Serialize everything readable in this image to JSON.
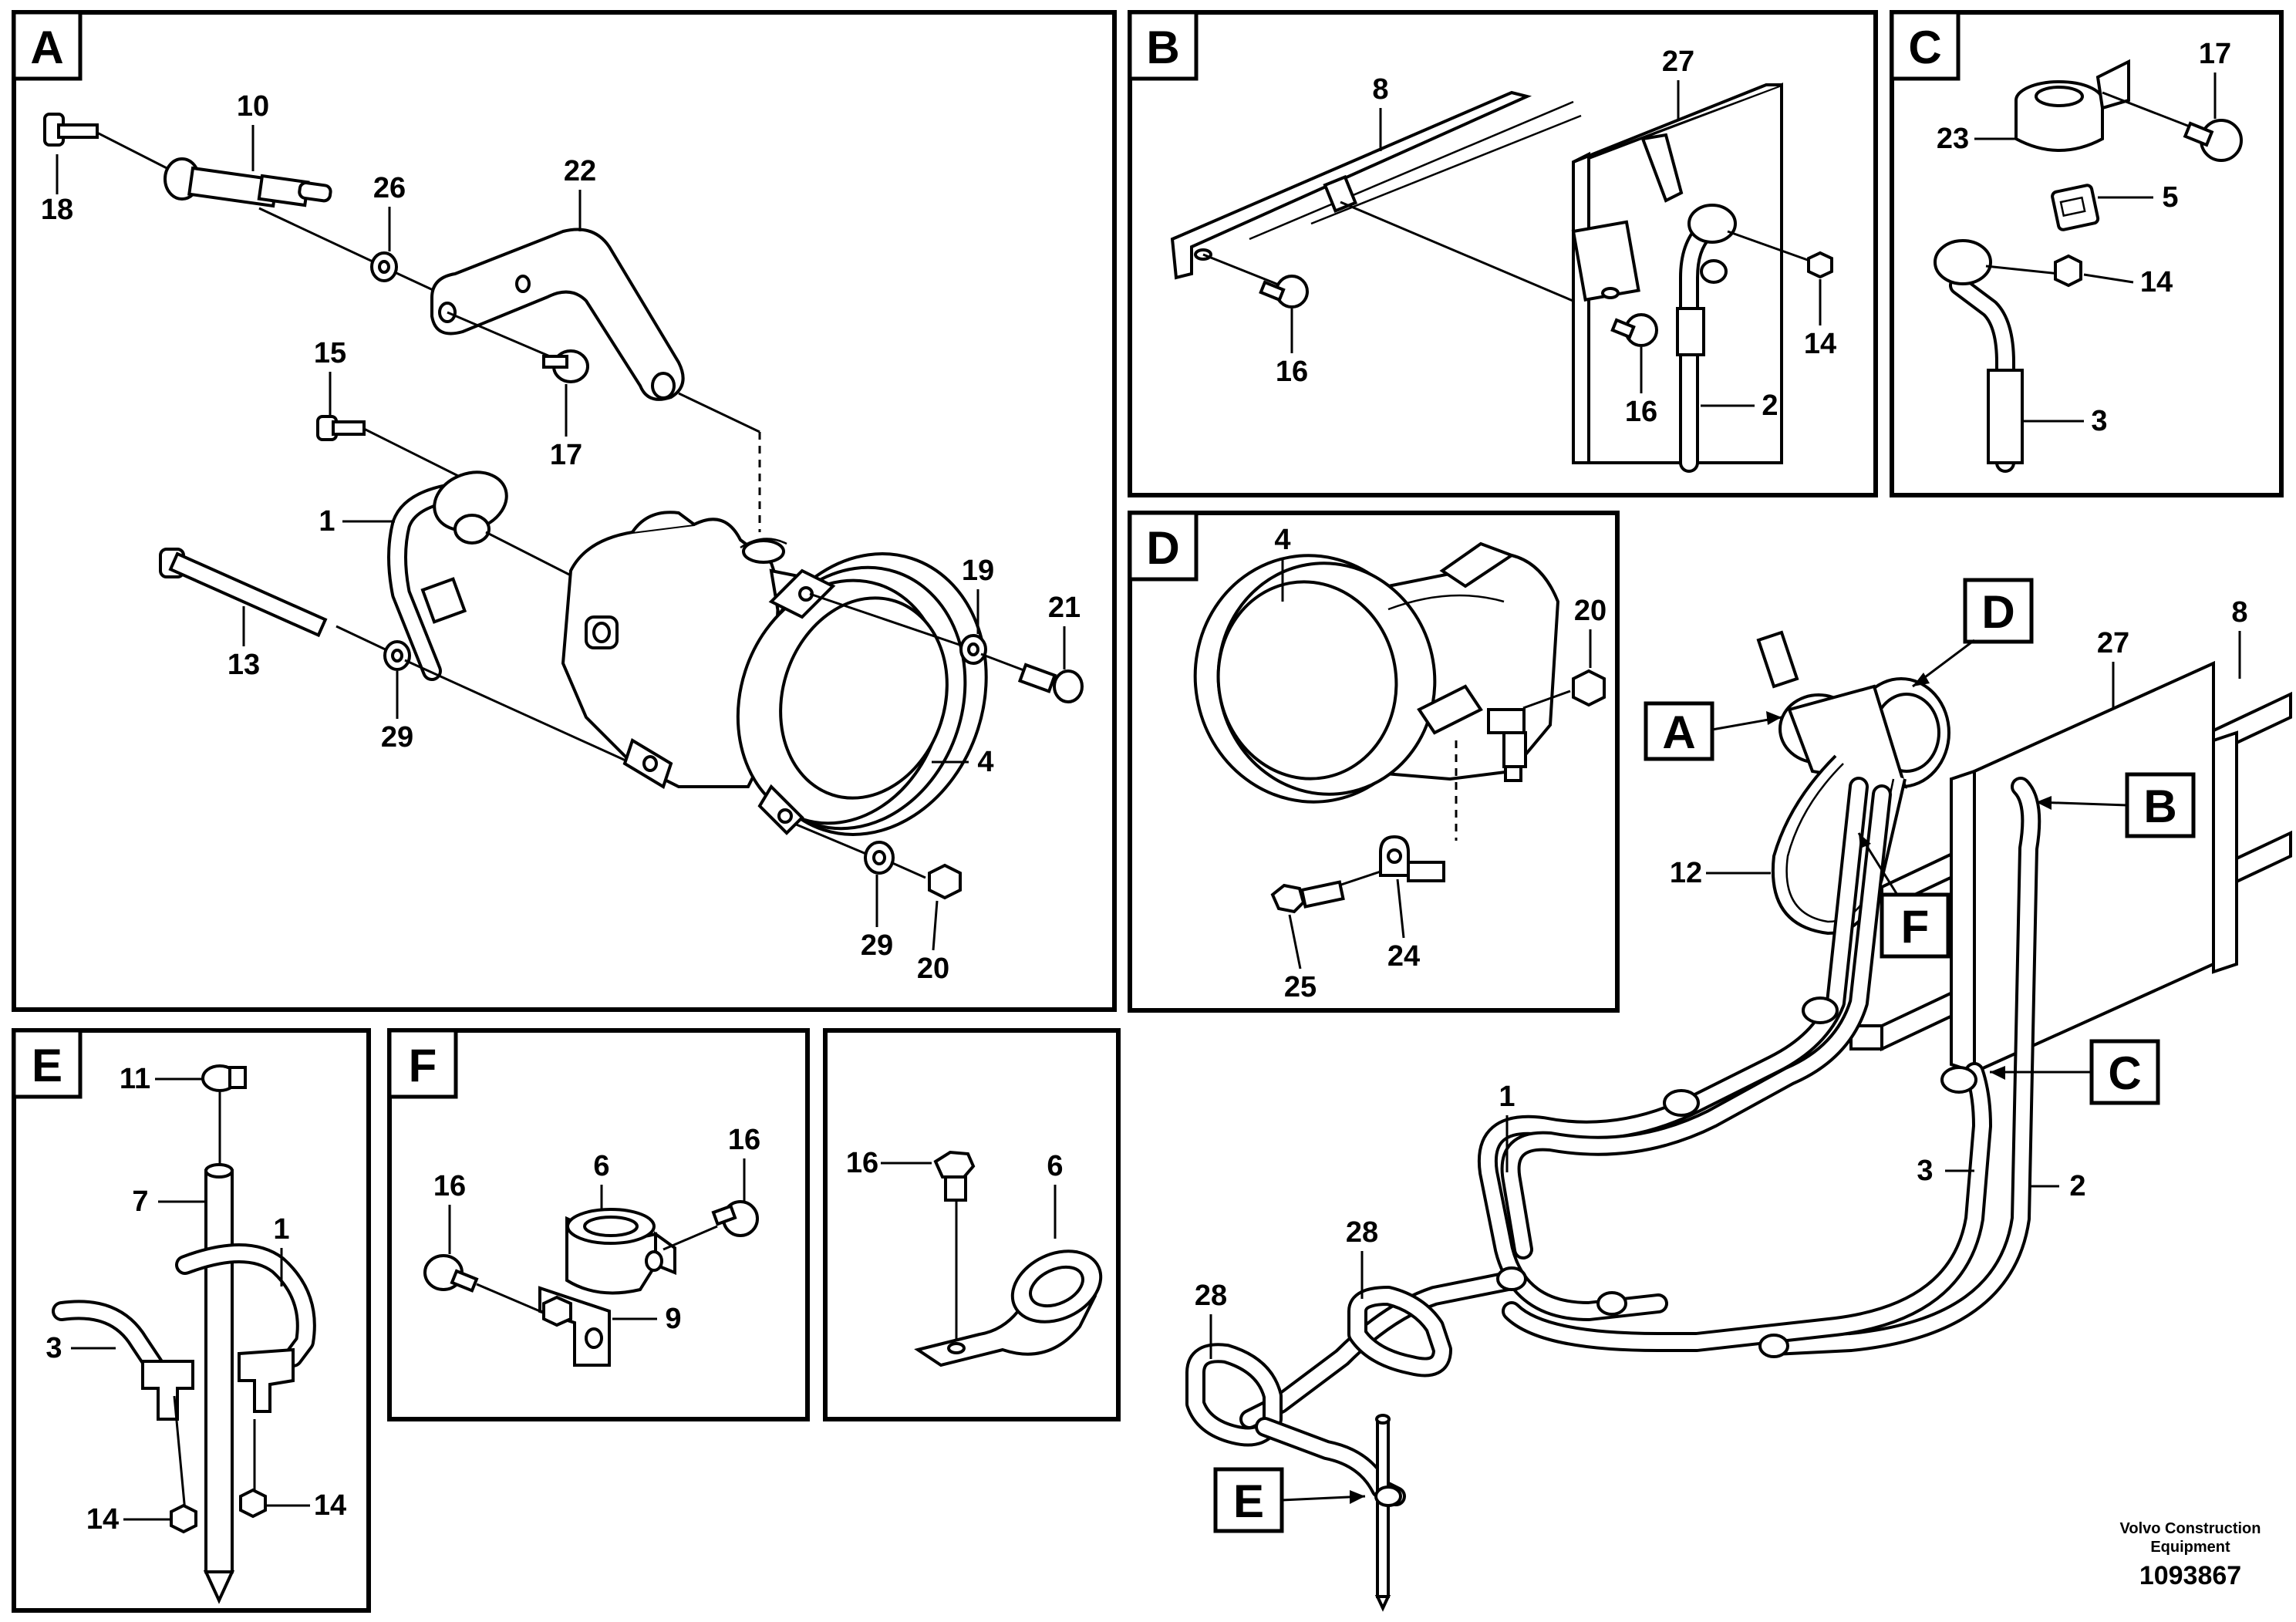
{
  "panels": {
    "A": "A",
    "B": "B",
    "C": "C",
    "D": "D",
    "E": "E",
    "F": "F"
  },
  "callouts": {
    "A": "A",
    "B": "B",
    "C": "C",
    "D": "D",
    "E": "E",
    "F": "F"
  },
  "panel_a": {
    "n18": "18",
    "n10": "10",
    "n26": "26",
    "n22": "22",
    "n15": "15",
    "n17": "17",
    "n1": "1",
    "n13": "13",
    "n29a": "29",
    "n19": "19",
    "n21": "21",
    "n4": "4",
    "n29b": "29",
    "n20": "20"
  },
  "panel_b": {
    "n8": "8",
    "n27": "27",
    "n16a": "16",
    "n16b": "16",
    "n14": "14",
    "n2": "2"
  },
  "panel_c": {
    "n17": "17",
    "n23": "23",
    "n5": "5",
    "n14": "14",
    "n3": "3"
  },
  "panel_d": {
    "n4": "4",
    "n20": "20",
    "n24": "24",
    "n25": "25"
  },
  "panel_e": {
    "n11": "11",
    "n7": "7",
    "n1": "1",
    "n3": "3",
    "n14a": "14",
    "n14b": "14"
  },
  "panel_f": {
    "n6": "6",
    "n16a": "16",
    "n16b": "16",
    "n9": "9"
  },
  "panel_g": {
    "n16": "16",
    "n6": "6"
  },
  "overview": {
    "n8": "8",
    "n27": "27",
    "n12": "12",
    "n1": "1",
    "n28a": "28",
    "n28b": "28",
    "n3": "3",
    "n2": "2"
  },
  "footer": {
    "line1": "Volvo Construction",
    "line2": "Equipment",
    "id": "1093867"
  }
}
